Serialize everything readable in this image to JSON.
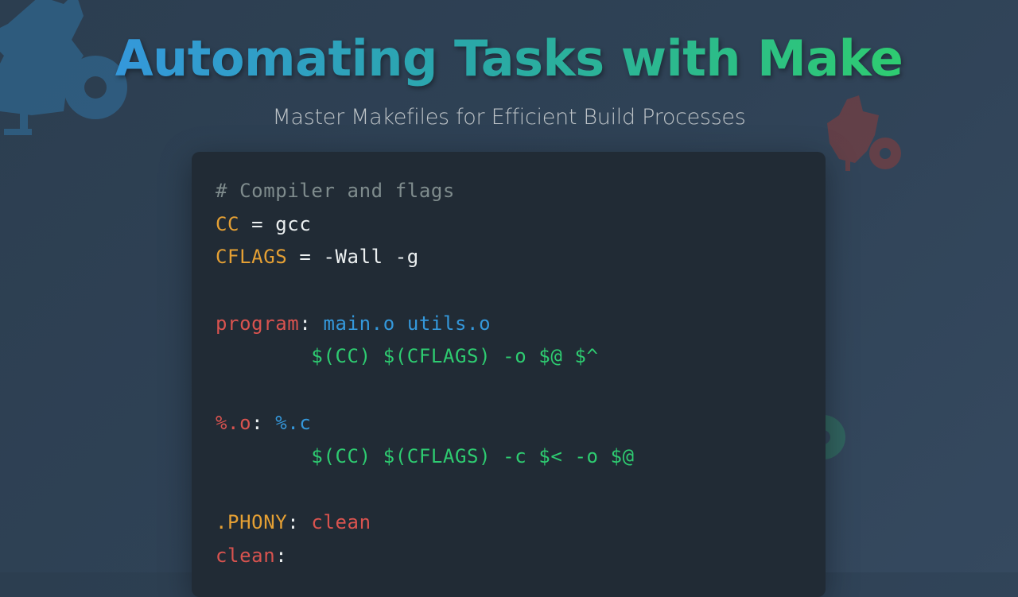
{
  "header": {
    "title": "Automating Tasks with Make",
    "subtitle": "Master Makefiles for Efficient Build Processes"
  },
  "decorations": {
    "gears": [
      {
        "name": "gear-blue",
        "color": "#3498db"
      },
      {
        "name": "gear-red",
        "color": "#e74c3c"
      },
      {
        "name": "gear-green",
        "color": "#2ecc71"
      }
    ]
  },
  "colors": {
    "background_start": "#2c3e50",
    "background_end": "#35495f",
    "card": "#212b35",
    "comment": "#7f8c8d",
    "variable": "#e5a034",
    "target": "#d9534f",
    "dependency": "#3498db",
    "command": "#2ecc71",
    "text": "#ecf0f1"
  },
  "code": {
    "lines": [
      [
        {
          "t": "comment",
          "v": "# Compiler and flags"
        }
      ],
      [
        {
          "t": "var",
          "v": "CC"
        },
        {
          "t": "plain",
          "v": " = gcc"
        }
      ],
      [
        {
          "t": "var",
          "v": "CFLAGS"
        },
        {
          "t": "plain",
          "v": " = -Wall -g"
        }
      ],
      [],
      [
        {
          "t": "target",
          "v": "program"
        },
        {
          "t": "plain",
          "v": ": "
        },
        {
          "t": "dep",
          "v": "main.o utils.o"
        }
      ],
      [
        {
          "t": "cmd",
          "v": "        $(CC) $(CFLAGS) -o $@ $^"
        }
      ],
      [],
      [
        {
          "t": "target",
          "v": "%.o"
        },
        {
          "t": "plain",
          "v": ": "
        },
        {
          "t": "dep",
          "v": "%.c"
        }
      ],
      [
        {
          "t": "cmd",
          "v": "        $(CC) $(CFLAGS) -c $< -o $@"
        }
      ],
      [],
      [
        {
          "t": "var",
          "v": ".PHONY"
        },
        {
          "t": "plain",
          "v": ": "
        },
        {
          "t": "target",
          "v": "clean"
        }
      ],
      [
        {
          "t": "target",
          "v": "clean"
        },
        {
          "t": "plain",
          "v": ":"
        }
      ]
    ]
  }
}
